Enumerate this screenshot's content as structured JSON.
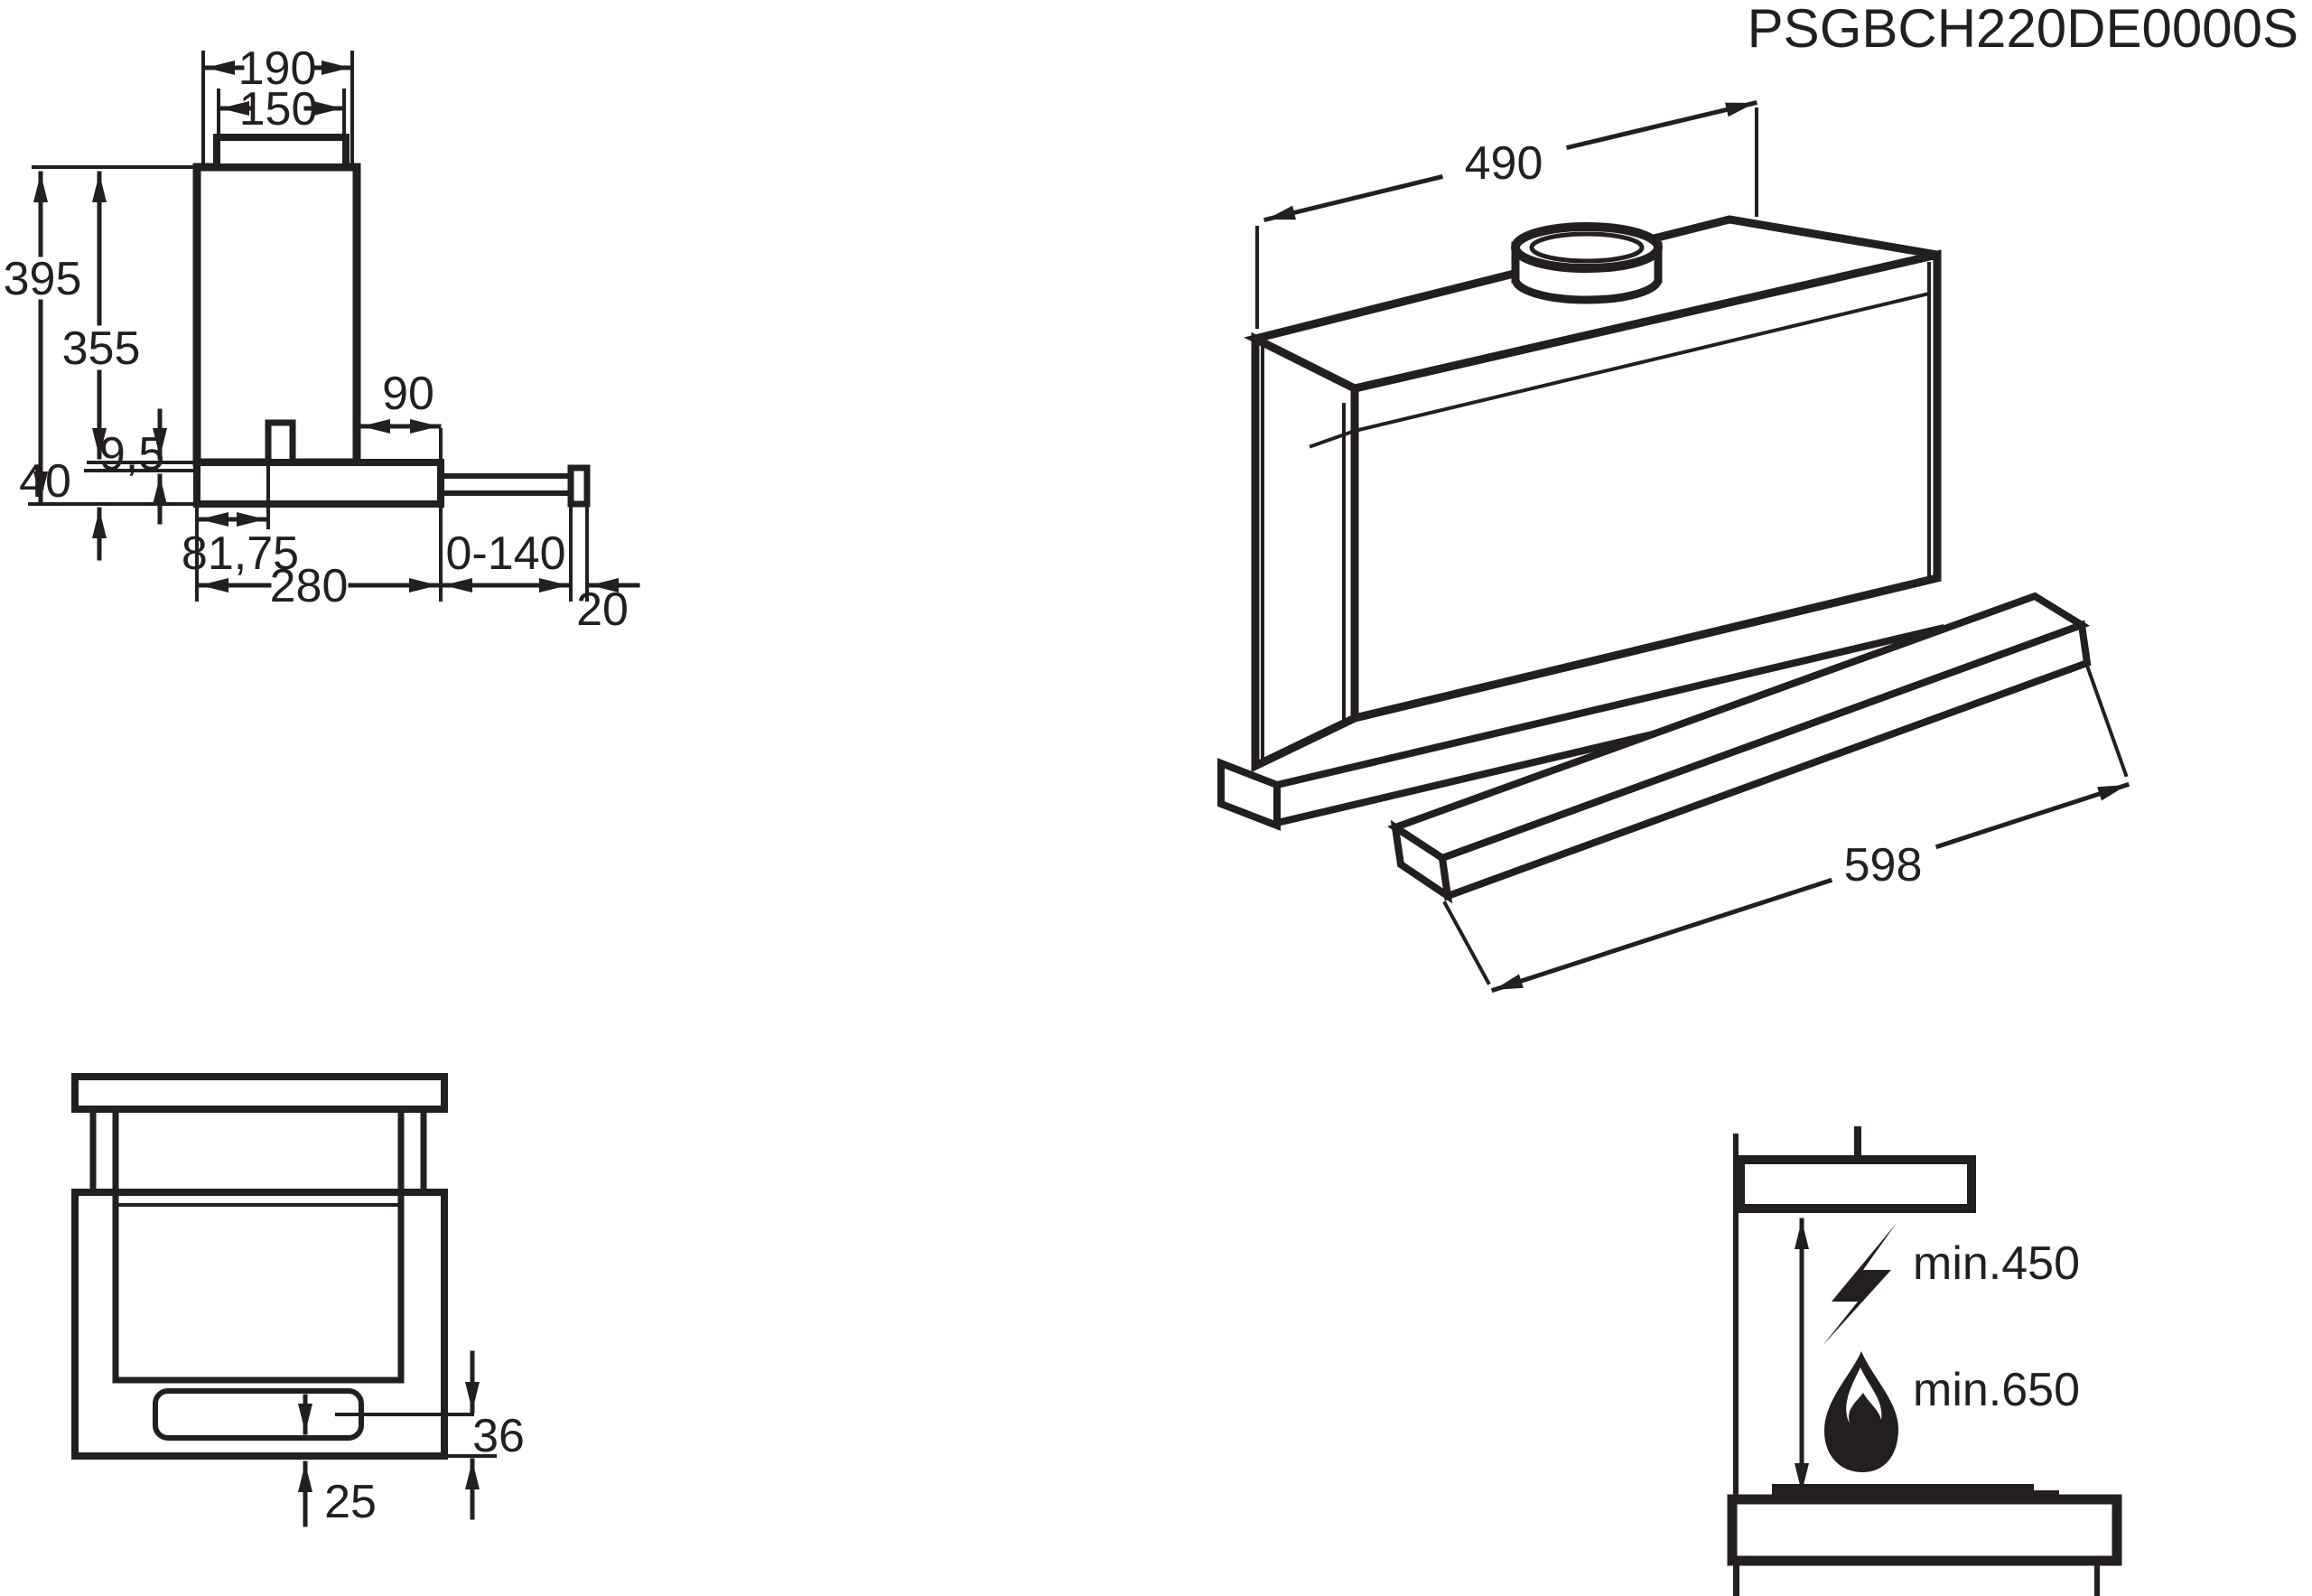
{
  "title": "PSGBCH220DE0000S",
  "colors": {
    "ink": "#231f20",
    "background": "#ffffff"
  },
  "views": {
    "side_section": {
      "dims": {
        "chimney_cutout_width": "190",
        "duct_width": "150",
        "total_height": "395",
        "body_height": "355",
        "duct_rear_offset": "90",
        "lip_height": "9,5",
        "base_height": "40",
        "outlet_offset": "81,75",
        "fixed_depth": "280",
        "pullout_travel": "0-140",
        "handle_depth": "20"
      }
    },
    "isometric": {
      "dims": {
        "depth": "490",
        "width": "598"
      }
    },
    "front": {
      "dims": {
        "visor_inset": "36",
        "strip_height": "25"
      }
    },
    "clearance": {
      "electric_min": "min.450",
      "gas_min": "min.650",
      "electric_icon": "lightning-icon",
      "gas_icon": "flame-icon"
    }
  }
}
